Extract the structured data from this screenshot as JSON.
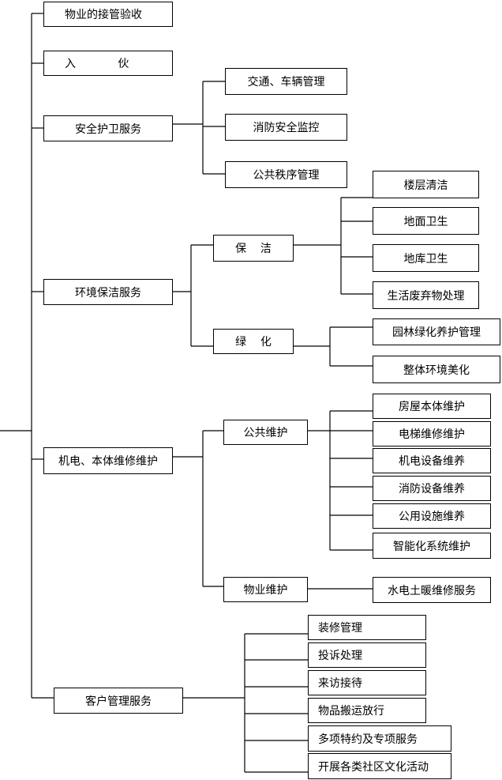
{
  "level1": {
    "reception": "物业的接管验收",
    "move_in": "入            伙",
    "security": "安全护卫服务",
    "environment": "环境保洁服务",
    "maintenance": "机电、本体维修维护",
    "customer": "客户管理服务"
  },
  "security_items": [
    "交通、车辆管理",
    "消防安全监控",
    "公共秩序管理"
  ],
  "environment_sub": {
    "cleaning": "保    洁",
    "greening": "绿    化"
  },
  "cleaning_items": [
    "楼层清洁",
    "地面卫生",
    "地库卫生",
    "生活废弃物处理"
  ],
  "greening_items": [
    "园林绿化养护管理",
    "整体环境美化"
  ],
  "maintenance_sub": {
    "public": "公共维护",
    "property": "物业维护"
  },
  "public_items": [
    "房屋本体维护",
    "电梯维修维护",
    "机电设备维养",
    "消防设备维养",
    "公用设施维养",
    "智能化系统维护"
  ],
  "property_items": [
    "水电土暖维修服务"
  ],
  "customer_items": [
    "装修管理",
    "投诉处理",
    "来访接待",
    "物品搬运放行",
    "多项特约及专项服务",
    "开展各类社区文化活动"
  ]
}
